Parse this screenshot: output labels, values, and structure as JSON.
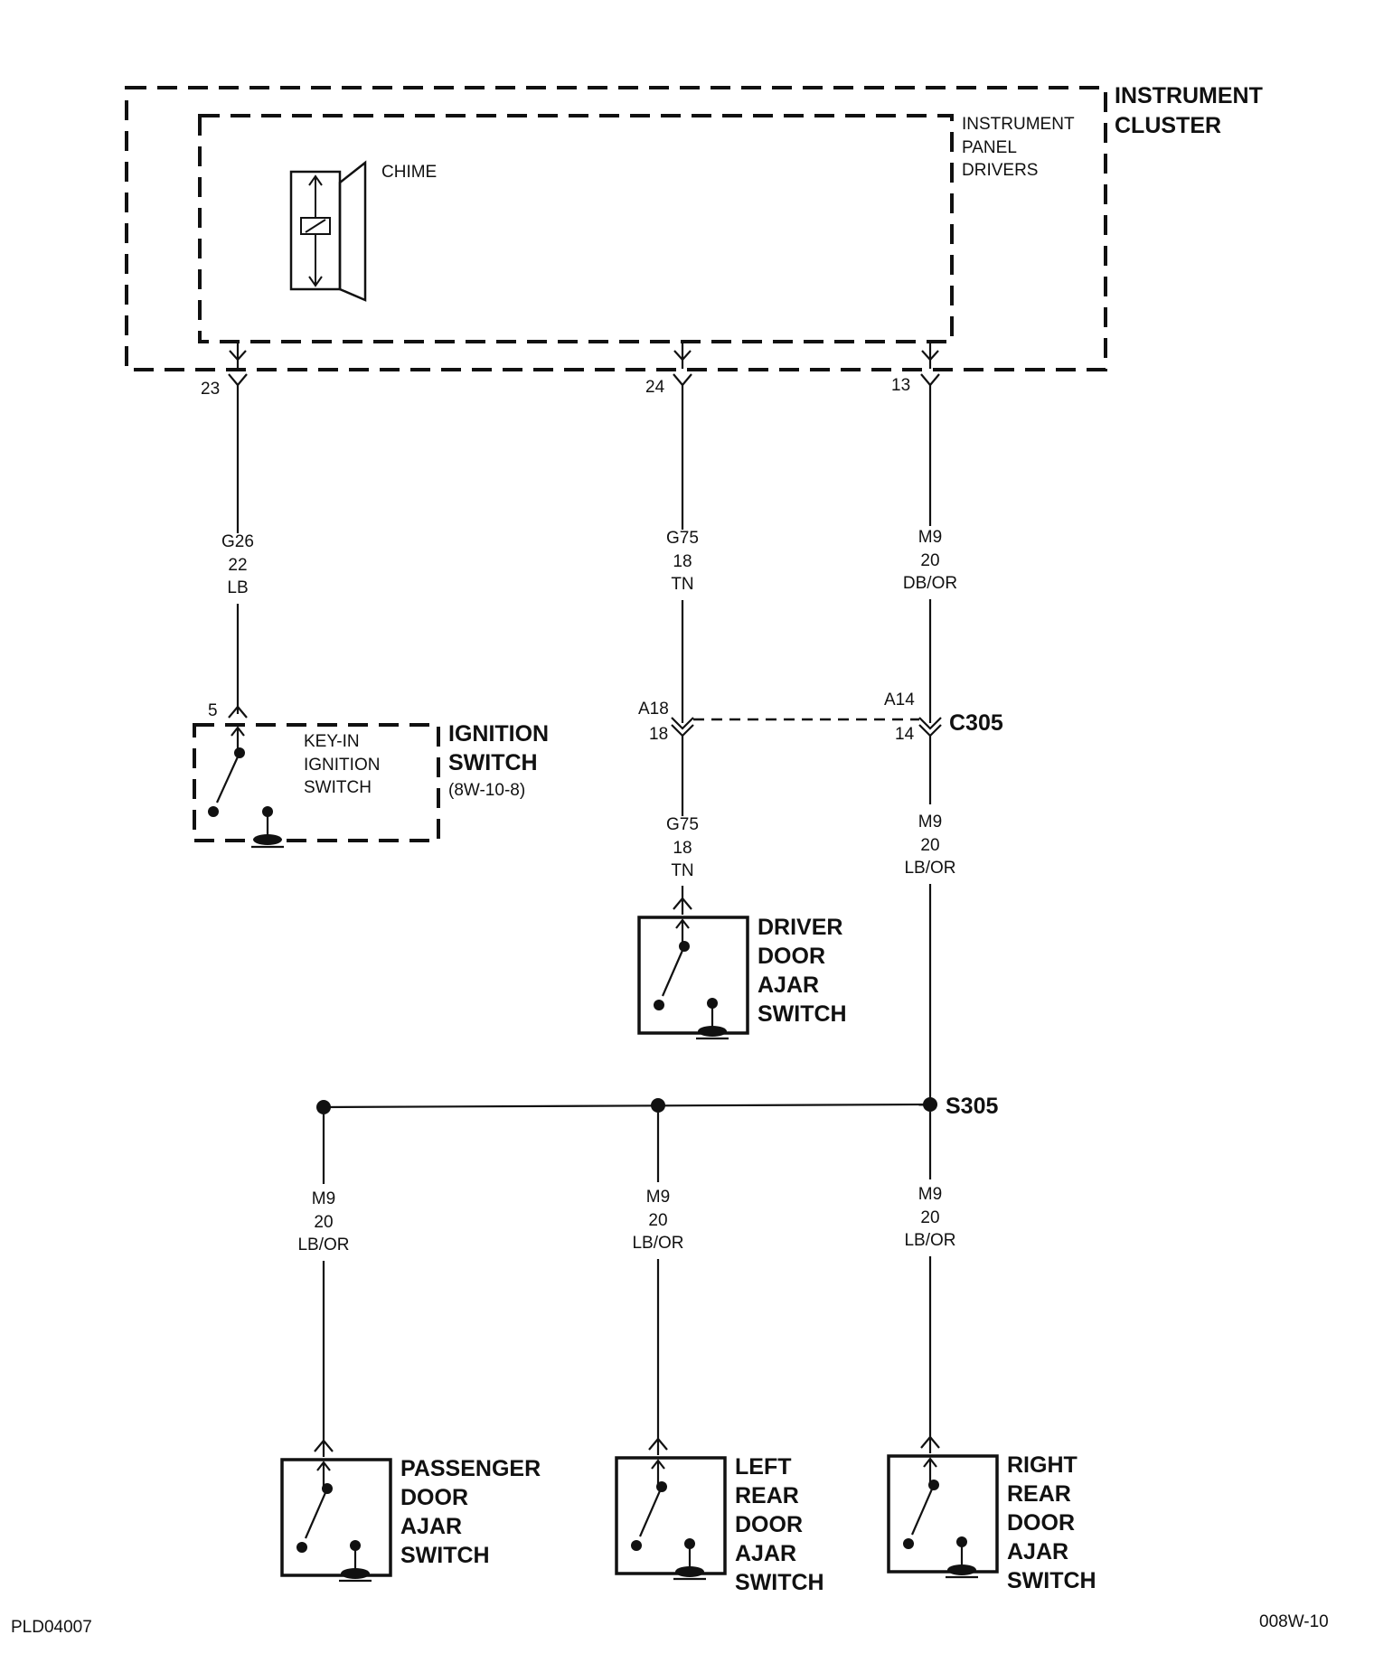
{
  "components": {
    "instrument_cluster": {
      "line1": "INSTRUMENT",
      "line2": "CLUSTER"
    },
    "instrument_panel_drivers": {
      "line1": "INSTRUMENT",
      "line2": "PANEL",
      "line3": "DRIVERS"
    },
    "chime": "CHIME",
    "ignition_switch": {
      "line1": "IGNITION",
      "line2": "SWITCH",
      "ref": "(8W-10-8)"
    },
    "key_in_switch": {
      "line1": "KEY-IN",
      "line2": "IGNITION",
      "line3": "SWITCH"
    },
    "driver_door": {
      "line1": "DRIVER",
      "line2": "DOOR",
      "line3": "AJAR",
      "line4": "SWITCH"
    },
    "passenger_door": {
      "line1": "PASSENGER",
      "line2": "DOOR",
      "line3": "AJAR",
      "line4": "SWITCH"
    },
    "left_rear_door": {
      "line1": "LEFT",
      "line2": "REAR",
      "line3": "DOOR",
      "line4": "AJAR",
      "line5": "SWITCH"
    },
    "right_rear_door": {
      "line1": "RIGHT",
      "line2": "REAR",
      "line3": "DOOR",
      "line4": "AJAR",
      "line5": "SWITCH"
    }
  },
  "pins": {
    "cluster_23": "23",
    "cluster_24": "24",
    "cluster_13": "13",
    "ignition_5": "5",
    "c305_a18": "A18",
    "c305_18": "18",
    "c305_a14": "A14",
    "c305_14": "14"
  },
  "connectors": {
    "c305": "C305",
    "s305": "S305"
  },
  "wires": {
    "g26": {
      "circuit": "G26",
      "gauge": "22",
      "color": "LB"
    },
    "g75_upper": {
      "circuit": "G75",
      "gauge": "18",
      "color": "TN"
    },
    "m9_upper": {
      "circuit": "M9",
      "gauge": "20",
      "color": "DB/OR"
    },
    "g75_lower": {
      "circuit": "G75",
      "gauge": "18",
      "color": "TN"
    },
    "m9_middle": {
      "circuit": "M9",
      "gauge": "20",
      "color": "LB/OR"
    },
    "m9_passenger": {
      "circuit": "M9",
      "gauge": "20",
      "color": "LB/OR"
    },
    "m9_left_rear": {
      "circuit": "M9",
      "gauge": "20",
      "color": "LB/OR"
    },
    "m9_right_rear": {
      "circuit": "M9",
      "gauge": "20",
      "color": "LB/OR"
    }
  },
  "footer": {
    "left_code": "PLD04007",
    "right_code": "008W-10"
  }
}
